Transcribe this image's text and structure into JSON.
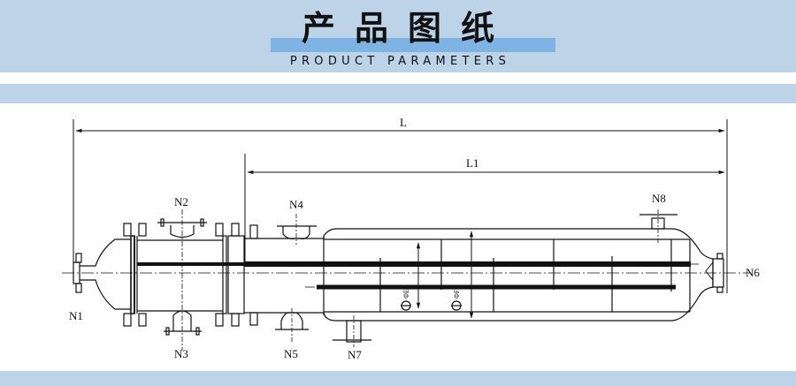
{
  "header": {
    "title": "产品图纸",
    "subtitle": "PRODUCT PARAMETERS",
    "background_color": "#bdd3e7",
    "highlight_color": "#7fb3e4"
  },
  "drawing": {
    "dimensions": {
      "overall_length": "L",
      "tube_length": "L1"
    },
    "diameters": {
      "inner": "ΦE",
      "outer": "ΦF"
    },
    "nozzles": [
      "N1",
      "N2",
      "N3",
      "N4",
      "N5",
      "N6",
      "N7",
      "N8"
    ]
  }
}
